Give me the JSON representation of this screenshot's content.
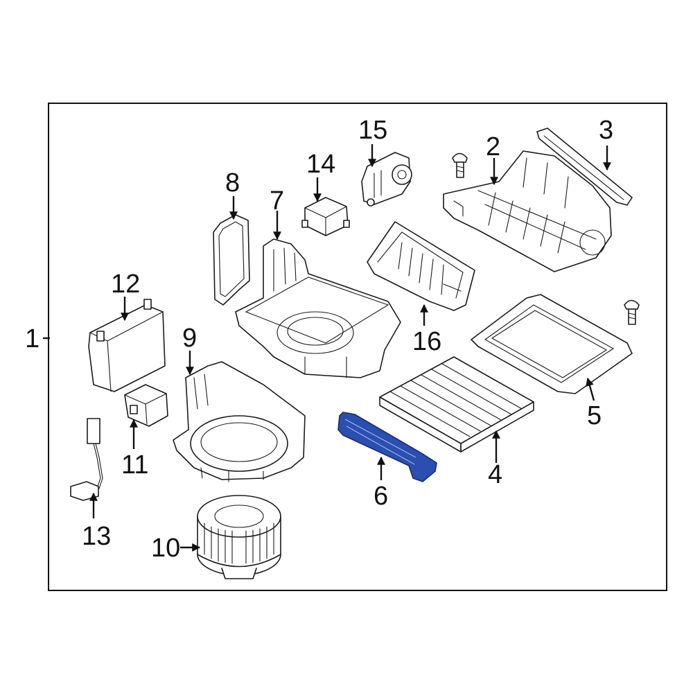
{
  "callouts": {
    "c1": "1",
    "c2": "2",
    "c3": "3",
    "c4": "4",
    "c5": "5",
    "c6": "6",
    "c7": "7",
    "c8": "8",
    "c9": "9",
    "c10": "10",
    "c11": "11",
    "c12": "12",
    "c13": "13",
    "c14": "14",
    "c15": "15",
    "c16": "16"
  },
  "colors": {
    "highlight": "#2a4fb0",
    "line": "#1a1a1a",
    "background": "#ffffff"
  }
}
